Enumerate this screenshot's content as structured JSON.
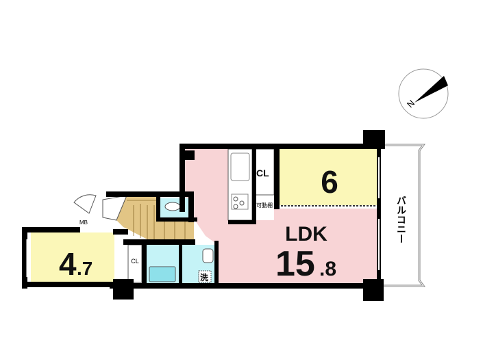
{
  "floorplan": {
    "rooms": {
      "ldk": {
        "label": "LDK",
        "size_main": "15",
        "size_decimal": ".8",
        "color": "#f8d4d6"
      },
      "western_room": {
        "size": "6",
        "color": "#fbf7b8"
      },
      "bedroom": {
        "size_main": "4",
        "size_decimal": ".7",
        "color": "#fbf7b8"
      },
      "closet_main": {
        "label": "CL"
      },
      "closet_small": {
        "label": "CL"
      },
      "movable_shelf": {
        "label": "可動棚"
      },
      "meter_box": {
        "label": "MB"
      },
      "washer": {
        "label": "洗"
      },
      "balcony": {
        "label": "バルコニー"
      },
      "wet_area_color": "#c5f3f7",
      "floor_wood_color": "#e2c585"
    },
    "compass": {
      "label": "N",
      "rotation_deg": 225
    }
  }
}
